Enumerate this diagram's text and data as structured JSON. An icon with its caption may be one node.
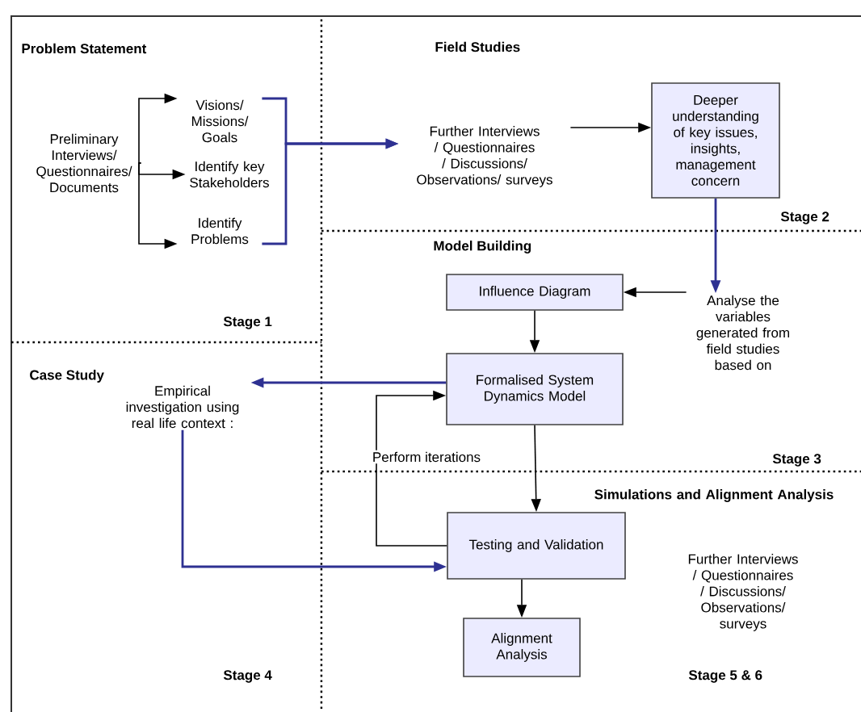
{
  "diagram": {
    "nodes": [
      {
        "text": [
          "Preliminary Interviews/ Questionnaires/ Documents"
        ]
      },
      {
        "text": [
          "Visions/ Missions/ Goals"
        ]
      },
      {
        "text": [
          "Identify key Stakeholders"
        ]
      },
      {
        "text": [
          "Identify Problems"
        ]
      },
      {
        "text": [
          "Further Interviews / Questionnaires / Discussions/ Observations/ surveys"
        ]
      },
      {
        "text": [
          "Deeper understanding of key issues, insights, management concern"
        ]
      },
      {
        "text": [
          "Analyse the variables generated from field studies based on"
        ]
      },
      {
        "text": [
          "Influence Diagram"
        ]
      },
      {
        "text": [
          "Formalised System Dynamics Model"
        ]
      },
      {
        "text": [
          "Empirical investigation using real life context :"
        ]
      },
      {
        "text": [
          "Testing and Validation"
        ]
      },
      {
        "text": [
          "Alignment Analysis"
        ]
      }
    ],
    "edges": [
      {
        "from": 0,
        "to": 1,
        "arrow": "to"
      },
      {
        "from": 0,
        "to": 2,
        "arrow": "to"
      },
      {
        "from": 0,
        "to": 3,
        "arrow": "to"
      },
      {
        "from": 1,
        "to": 4,
        "arrow": "to",
        "color": "#2e3192"
      },
      {
        "from": 3,
        "to": 4,
        "arrow": "to",
        "color": "#2e3192"
      },
      {
        "from": 4,
        "to": 5,
        "arrow": "to"
      },
      {
        "from": 5,
        "to": 6,
        "arrow": "to",
        "color": "#2e3192"
      },
      {
        "from": 6,
        "to": 7,
        "arrow": "to"
      },
      {
        "from": 7,
        "to": 8,
        "arrow": "to"
      },
      {
        "from": 8,
        "to": 9,
        "arrow": "to",
        "color": "#2e3192"
      },
      {
        "from": 10,
        "to": 8,
        "arrow": "to",
        "label": "Perform iterations"
      },
      {
        "from": 9,
        "to": 10,
        "arrow": "to",
        "color": "#2e3192"
      },
      {
        "from": 8,
        "to": 10,
        "arrow": "to"
      },
      {
        "from": 10,
        "to": 11,
        "arrow": "to"
      }
    ],
    "labels": [
      "Problem Statement",
      "Field Studies",
      "Stage 2",
      "Model Building",
      "Stage 1",
      "Case Study",
      "Stage 3",
      "Simulations and Alignment Analysis",
      "Further Interviews / Questionnaires / Discussions/ Observations/ surveys",
      "Stage 4",
      "Stage 5 & 6"
    ]
  }
}
